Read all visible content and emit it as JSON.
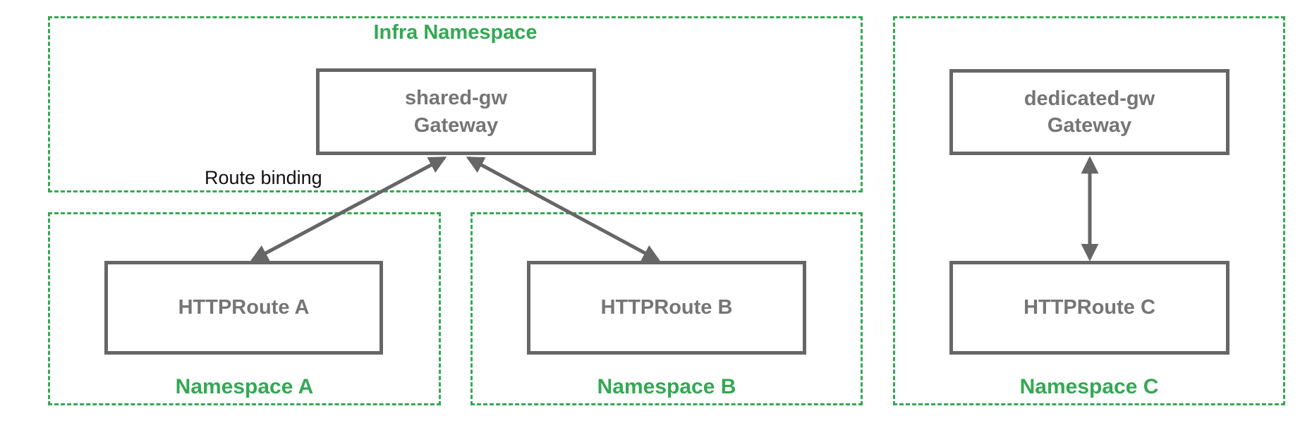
{
  "namespaces": {
    "infra": {
      "label": "Infra Namespace"
    },
    "a": {
      "label": "Namespace A"
    },
    "b": {
      "label": "Namespace B"
    },
    "c": {
      "label": "Namespace C"
    }
  },
  "nodes": {
    "shared_gw": {
      "line1": "shared-gw",
      "line2": "Gateway"
    },
    "route_a": {
      "label": "HTTPRoute A"
    },
    "route_b": {
      "label": "HTTPRoute B"
    },
    "dedicated_gw": {
      "line1": "dedicated-gw",
      "line2": "Gateway"
    },
    "route_c": {
      "label": "HTTPRoute C"
    }
  },
  "annotations": {
    "route_binding": "Route binding"
  },
  "arrows": [
    {
      "from": "HTTPRoute A",
      "to": "shared-gw Gateway",
      "heads": "both"
    },
    {
      "from": "HTTPRoute B",
      "to": "shared-gw Gateway",
      "heads": "both"
    },
    {
      "from": "HTTPRoute C",
      "to": "dedicated-gw Gateway",
      "heads": "both"
    }
  ],
  "colors": {
    "namespace_green": "#34A853",
    "node_border_gray": "#666666",
    "node_text_gray": "#757575",
    "arrow_gray": "#666666",
    "annotation_black": "#111111",
    "background": "#ffffff"
  }
}
